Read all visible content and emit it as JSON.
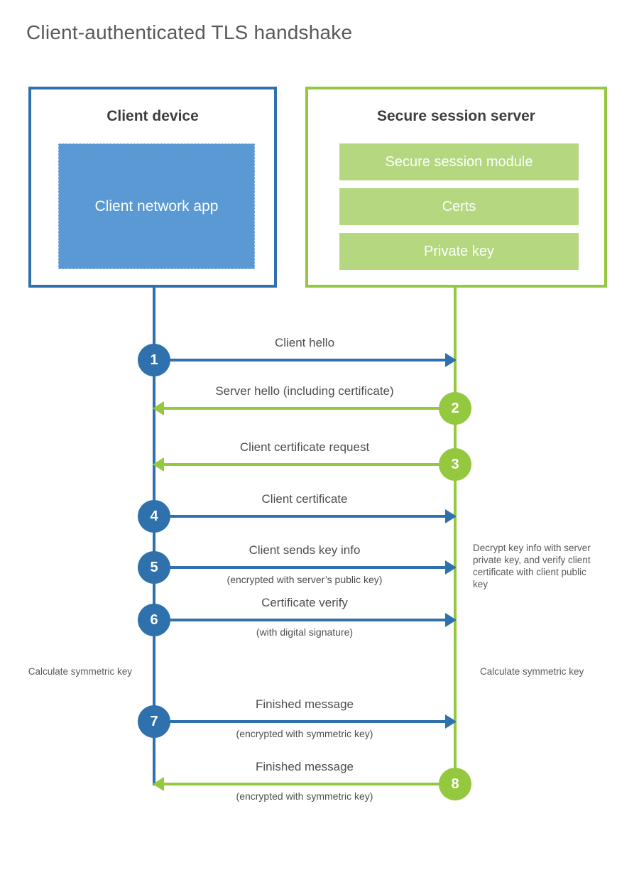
{
  "title": "Client-authenticated TLS handshake",
  "client": {
    "title": "Client device",
    "app": "Client network app"
  },
  "server": {
    "title": "Secure session server",
    "modules": [
      "Secure session module",
      "Certs",
      "Private key"
    ]
  },
  "steps": [
    {
      "num": "1",
      "label": "Client hello",
      "direction": "client-to-server",
      "color": "#2e71ad"
    },
    {
      "num": "2",
      "label": "Server hello (including certificate)",
      "direction": "server-to-client",
      "color": "#94c83e"
    },
    {
      "num": "3",
      "label": "Client certificate request",
      "direction": "server-to-client",
      "color": "#94c83e"
    },
    {
      "num": "4",
      "label": "Client certificate",
      "direction": "client-to-server",
      "color": "#2e71ad"
    },
    {
      "num": "5",
      "label": "Client sends key info",
      "sublabel": "(encrypted with server’s public key)",
      "direction": "client-to-server",
      "color": "#2e71ad"
    },
    {
      "num": "6",
      "label": "Certificate verify",
      "sublabel": "(with digital signature)",
      "direction": "client-to-server",
      "color": "#2e71ad"
    },
    {
      "num": "7",
      "label": "Finished message",
      "sublabel": "(encrypted with symmetric key)",
      "direction": "client-to-server",
      "color": "#2e71ad"
    },
    {
      "num": "8",
      "label": "Finished message",
      "sublabel": "(encrypted with symmetric key)",
      "direction": "server-to-client",
      "color": "#94c83e"
    }
  ],
  "notes": {
    "decrypt": "Decrypt key info with server private key, and verify client certificate with client public key",
    "calc_client": "Calculate symmetric key",
    "calc_server": "Calculate symmetric key"
  },
  "colors": {
    "blue": "#2e71ad",
    "blue_fill": "#5b99d4",
    "green": "#94c83e",
    "green_fill": "#b4d780"
  }
}
